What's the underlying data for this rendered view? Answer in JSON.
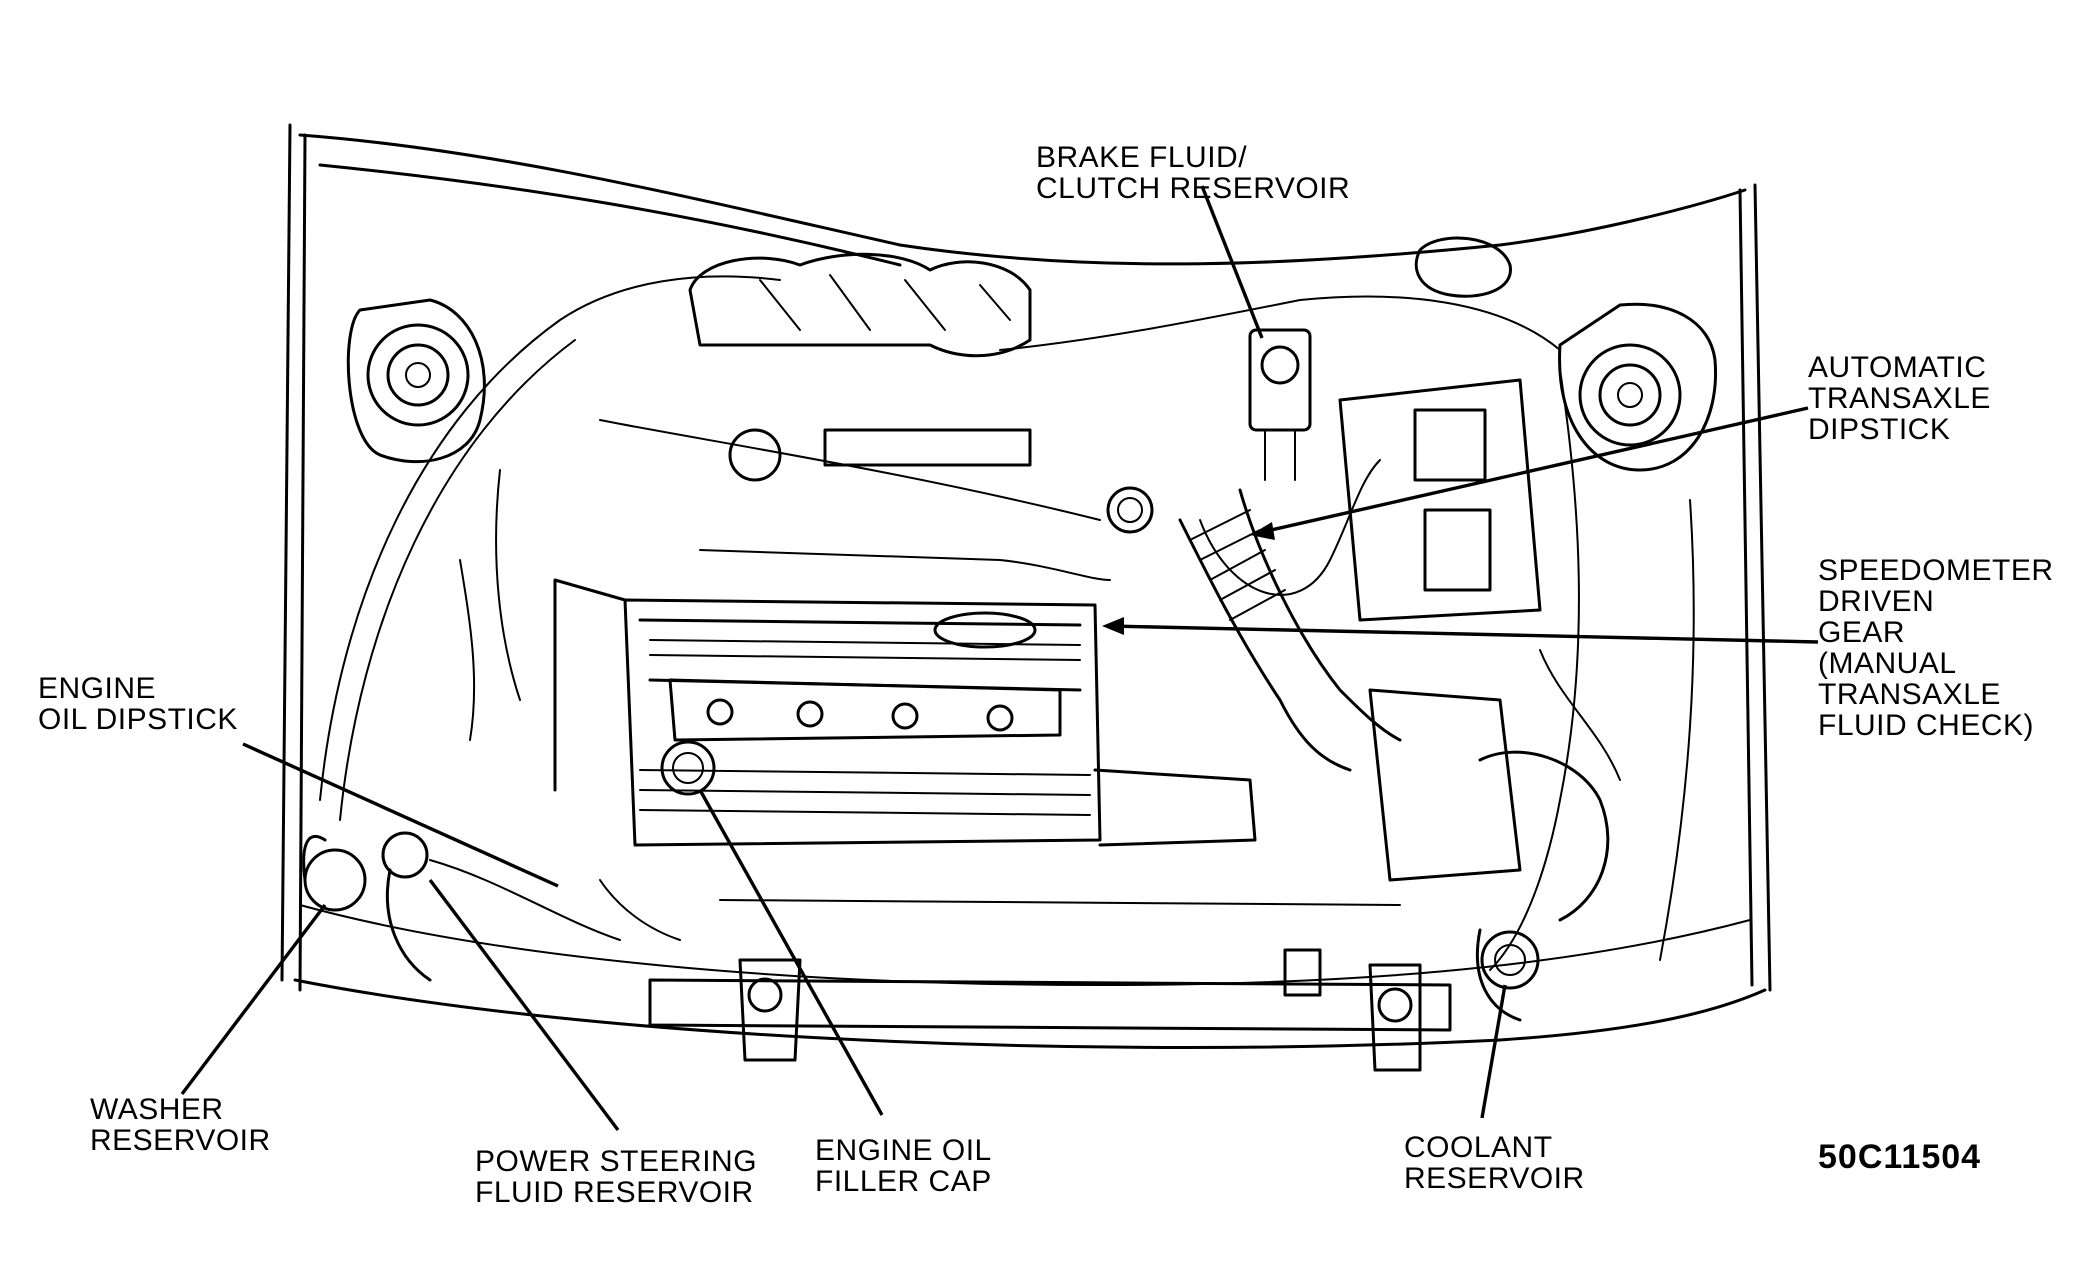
{
  "figure": {
    "id_label": "50C11504"
  },
  "callouts": {
    "brake_fluid": "BRAKE FLUID/\nCLUTCH RESERVOIR",
    "automatic_transaxle": "AUTOMATIC\nTRANSAXLE\nDIPSTICK",
    "speedometer": "SPEEDOMETER\nDRIVEN\nGEAR\n(MANUAL\nTRANSAXLE\nFLUID CHECK)",
    "engine_oil_dipstick": "ENGINE\nOIL DIPSTICK",
    "washer_reservoir": "WASHER\nRESERVOIR",
    "power_steering": "POWER STEERING\nFLUID RESERVOIR",
    "engine_oil_filler": "ENGINE OIL\nFILLER CAP",
    "coolant_reservoir": "COOLANT\nRESERVOIR"
  }
}
